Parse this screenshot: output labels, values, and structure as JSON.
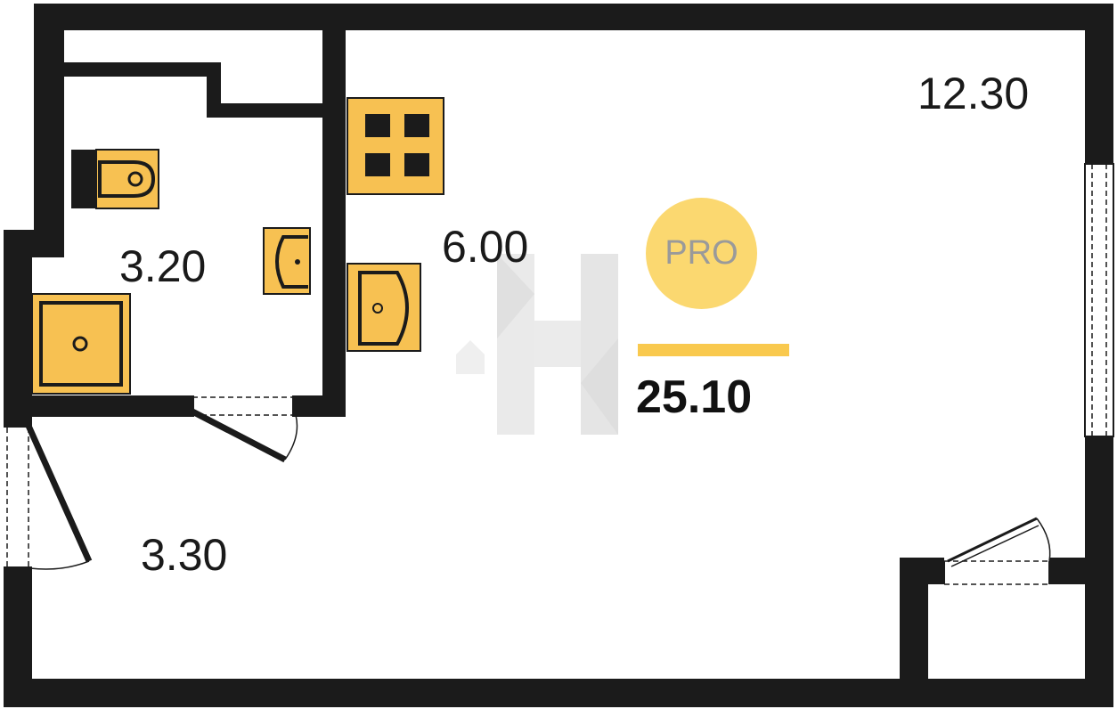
{
  "rooms": {
    "bathroom_area": "3.20",
    "kitchen_area": "6.00",
    "hall_area": "3.30",
    "living_area": "12.30"
  },
  "total_area": "25.10",
  "badge": {
    "label": "PRO"
  },
  "colors": {
    "wall": "#1b1b1b",
    "fixture_fill": "#f7c152",
    "badge_fill": "#fbd870",
    "accent_bar": "#f9c94e",
    "watermark": "#c9c9c9"
  }
}
